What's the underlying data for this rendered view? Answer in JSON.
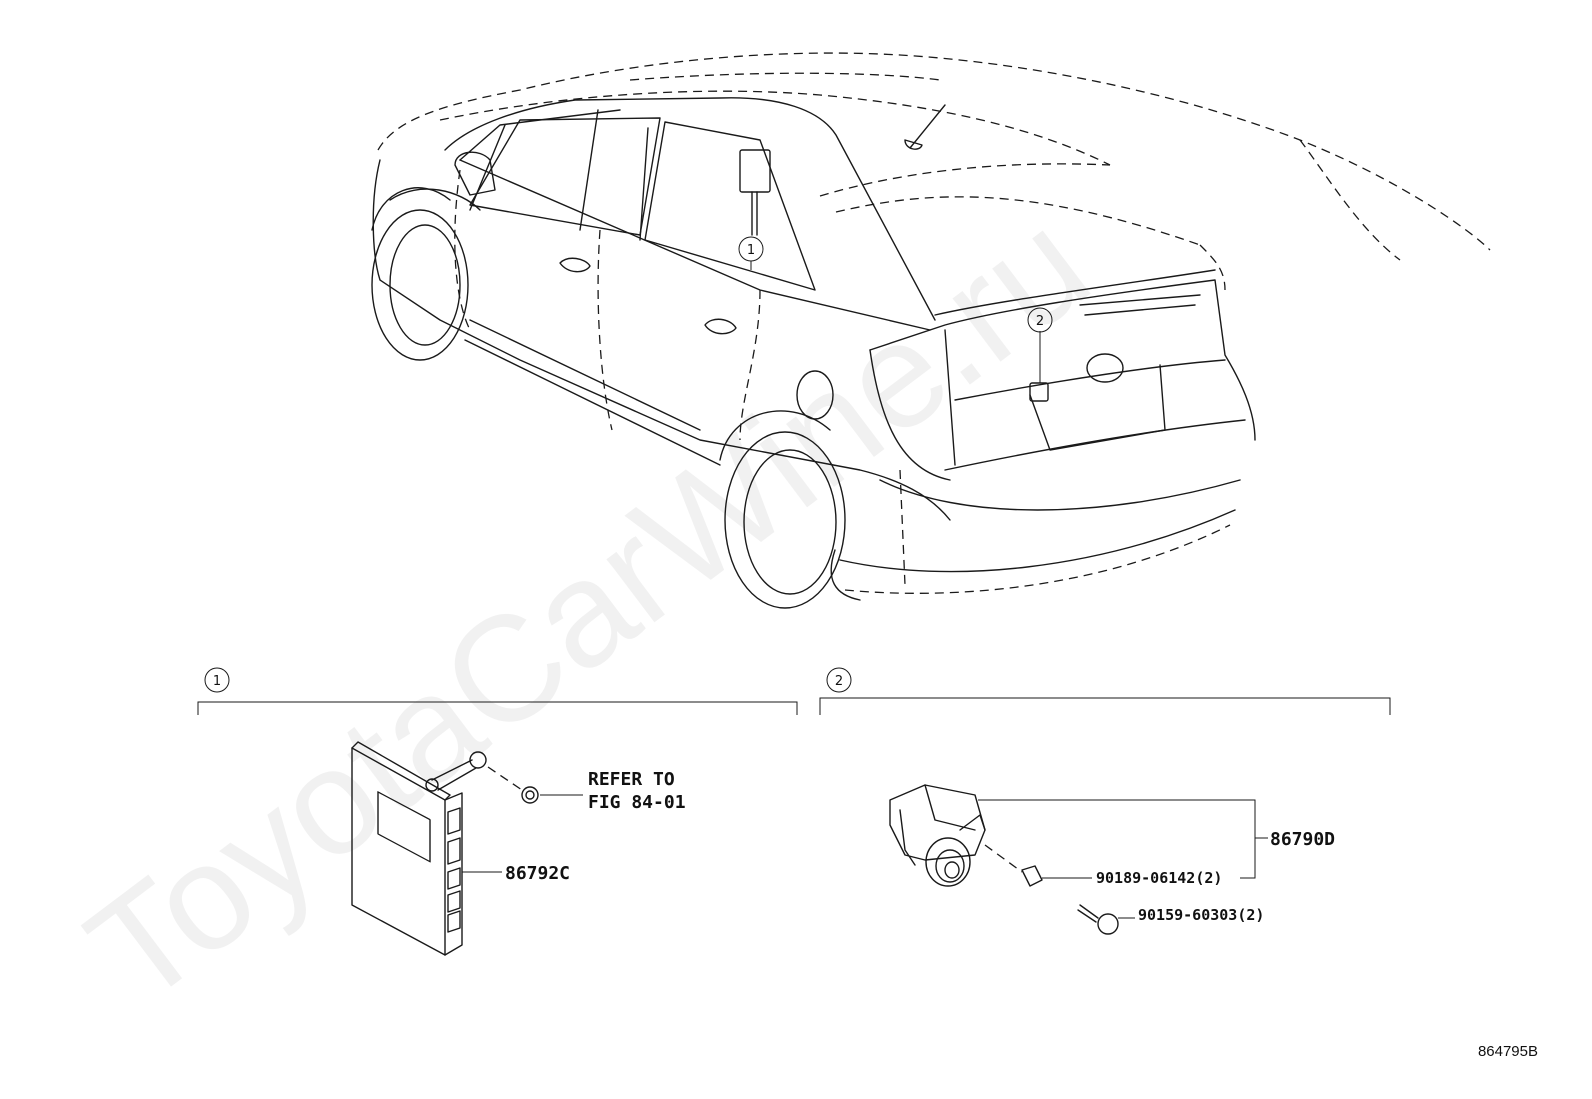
{
  "watermark": "ToyotaCarWine.ru",
  "callouts": {
    "one": "1",
    "two": "2"
  },
  "section_1": {
    "index": "1",
    "ecu_part": "86792C",
    "refer_line1": "REFER TO",
    "refer_line2": "FIG 84-01"
  },
  "section_2": {
    "index": "2",
    "camera_part": "86790D",
    "clip_part": "90189-06142(2)",
    "screw_part": "90159-60303(2)"
  },
  "figure_code": "864795B"
}
